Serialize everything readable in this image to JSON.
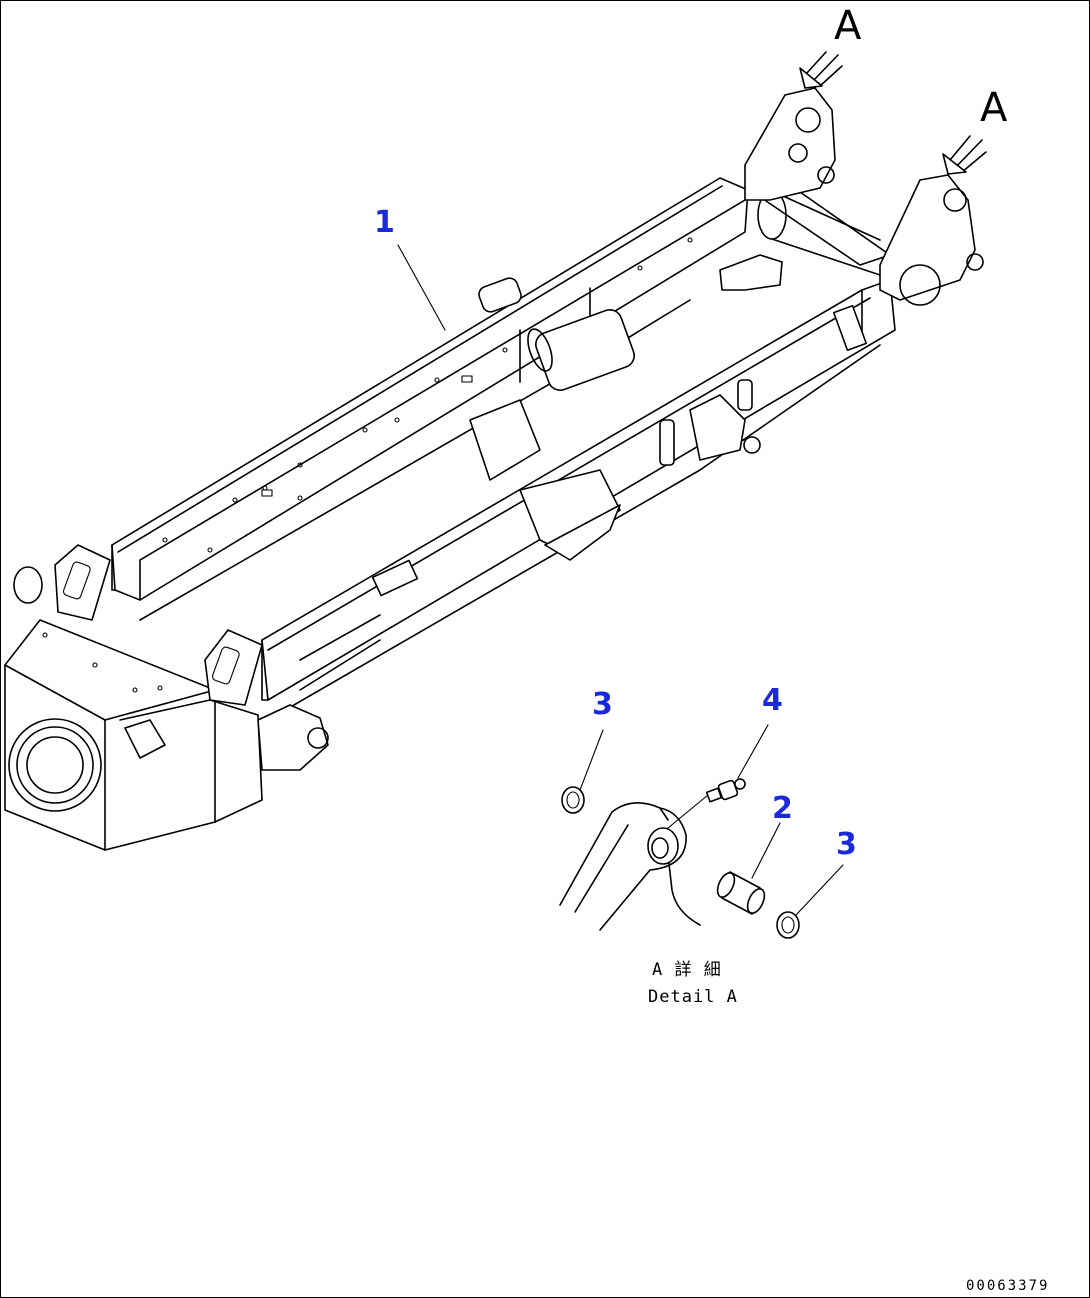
{
  "view_label_left": "A",
  "view_label_right": "A",
  "callouts": {
    "frame": "1",
    "pin": "2",
    "ring_left": "3",
    "ring_right": "3",
    "fitting": "4"
  },
  "detail_caption": {
    "japanese": "A 詳 細",
    "english": "Detail A"
  },
  "document_number": "00063379",
  "colors": {
    "callout": "#1a2adb",
    "line": "#000000"
  }
}
